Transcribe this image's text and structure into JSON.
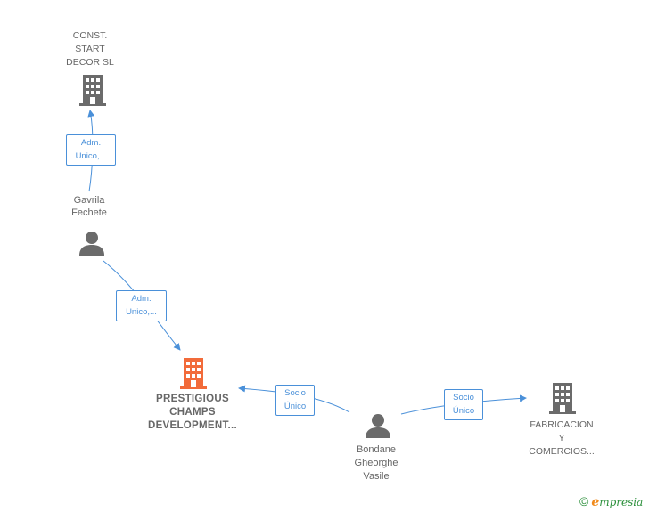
{
  "nodes": {
    "const_start": {
      "label": "CONST.\nSTART\nDECOR  SL",
      "icon": "building-icon",
      "color": "#6b6b6b"
    },
    "gavrila": {
      "label": "Gavrila\nFechete",
      "icon": "person-icon",
      "color": "#6b6b6b"
    },
    "prestigious": {
      "label": "PRESTIGIOUS\nCHAMPS\nDEVELOPMENT...",
      "icon": "building-icon",
      "color": "#f26b3a"
    },
    "bondane": {
      "label": "Bondane\nGheorghe\nVasile",
      "icon": "person-icon",
      "color": "#6b6b6b"
    },
    "fabricacion": {
      "label": "FABRICACION\nY\nCOMERCIOS...",
      "icon": "building-icon",
      "color": "#6b6b6b"
    }
  },
  "edges": {
    "gavrila_to_const": {
      "label": "Adm.\nUnico,..."
    },
    "gavrila_to_prestigious": {
      "label": "Adm.\nUnico,..."
    },
    "bondane_to_prestigious": {
      "label": "Socio\nÚnico"
    },
    "bondane_to_fabricacion": {
      "label": "Socio\nÚnico"
    }
  },
  "colors": {
    "edge": "#4a90d9",
    "node_text": "#666666",
    "highlight": "#f26b3a"
  },
  "brand": {
    "copyright": "©",
    "e_letter": "e",
    "rest": "mpresia"
  }
}
